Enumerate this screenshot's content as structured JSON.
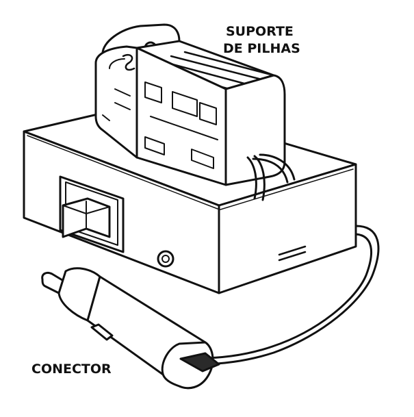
{
  "labels": {
    "battery_holder_line1": "SUPORTE",
    "battery_holder_line2": "DE PILHAS",
    "connector": "CONECTOR"
  },
  "colors": {
    "ink": "#111111",
    "paper": "#ffffff",
    "shade": "#2a2a2a"
  }
}
